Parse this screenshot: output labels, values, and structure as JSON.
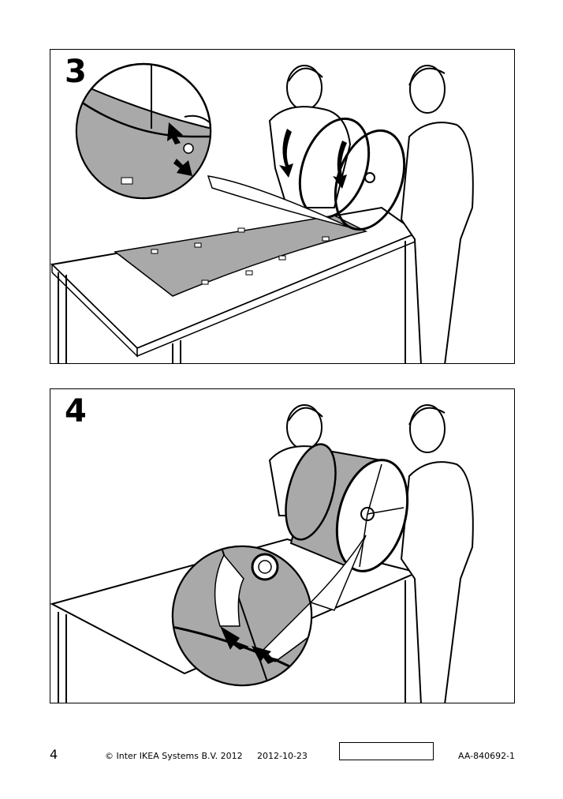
{
  "steps": [
    {
      "number": "3"
    },
    {
      "number": "4"
    }
  ],
  "footer": {
    "page_number": "4",
    "copyright": "© Inter IKEA Systems B.V. 2012",
    "date": "2012-10-23",
    "doc_code": "AA-840692-1"
  }
}
